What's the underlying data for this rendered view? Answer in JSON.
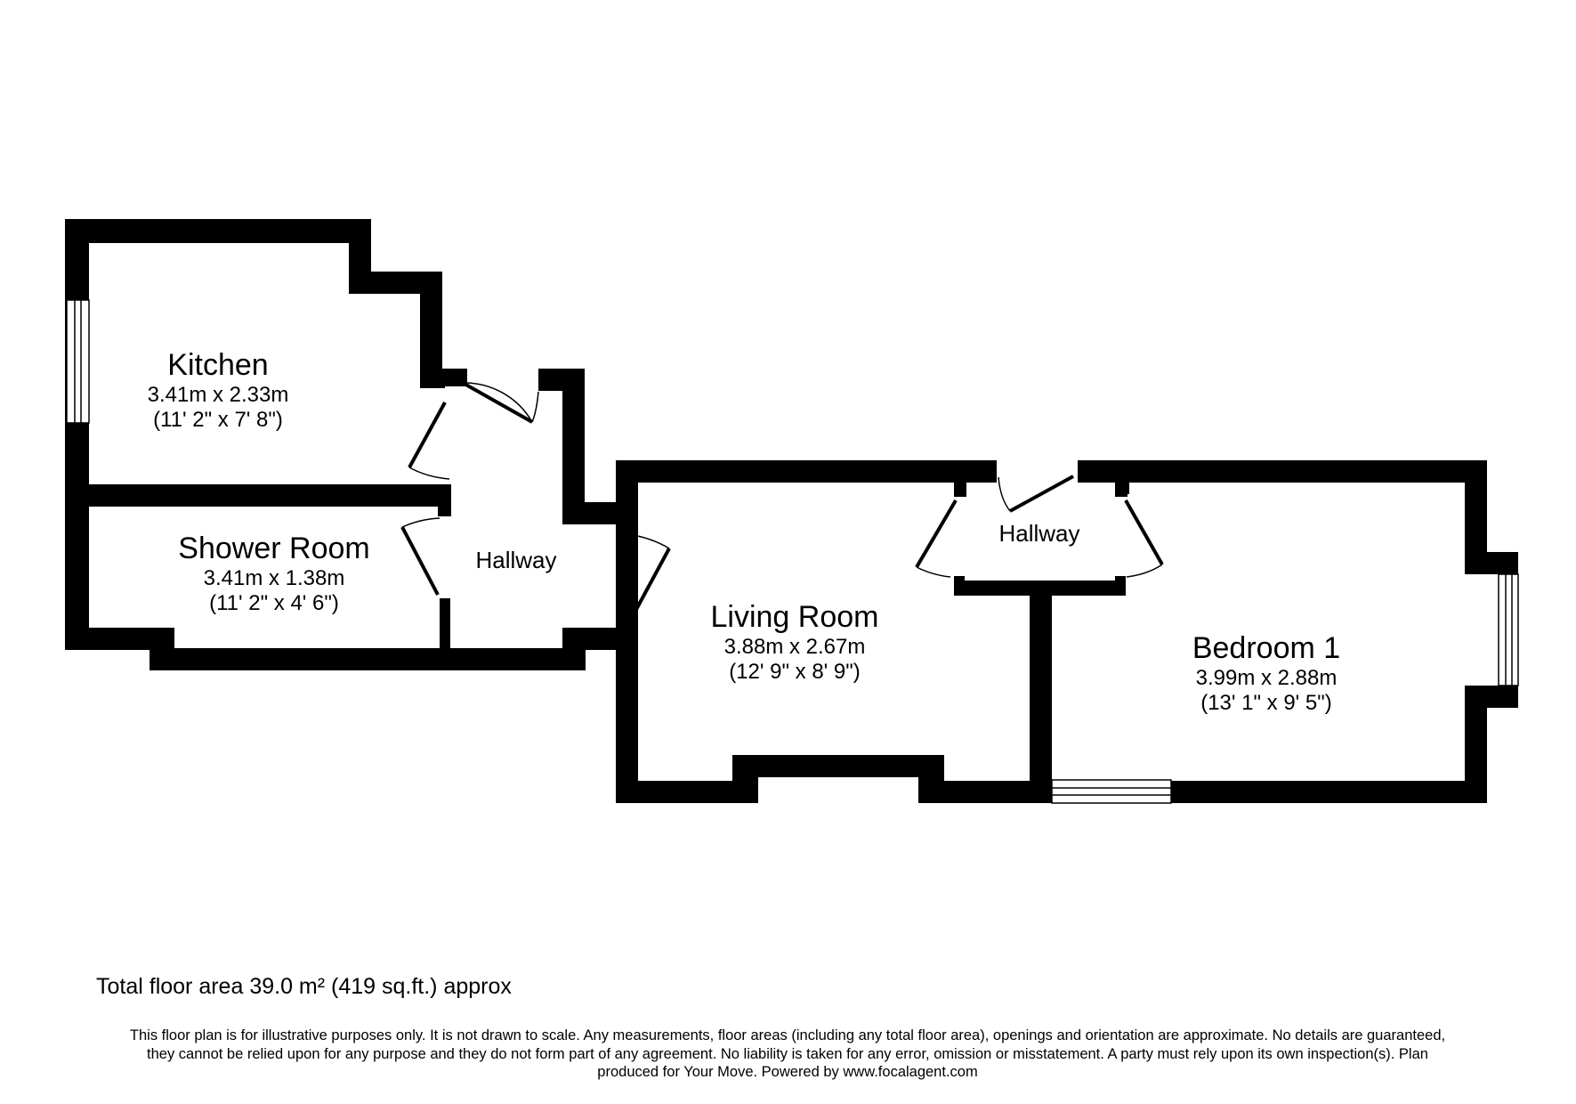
{
  "rooms": {
    "kitchen": {
      "name": "Kitchen",
      "metric": "3.41m x 2.33m",
      "imperial": "(11' 2\" x 7' 8\")"
    },
    "shower": {
      "name": "Shower Room",
      "metric": "3.41m x 1.38m",
      "imperial": "(11' 2\" x 4' 6\")"
    },
    "hallway_left": {
      "name": "Hallway"
    },
    "hallway_right": {
      "name": "Hallway"
    },
    "living": {
      "name": "Living Room",
      "metric": "3.88m x 2.67m",
      "imperial": "(12' 9\" x 8' 9\")"
    },
    "bedroom": {
      "name": "Bedroom 1",
      "metric": "3.99m x 2.88m",
      "imperial": "(13' 1\" x 9' 5\")"
    }
  },
  "total_area": "Total floor area 39.0 m² (419 sq.ft.) approx",
  "disclaimer": {
    "line1": "This floor plan is for illustrative purposes only. It is not drawn to scale. Any measurements, floor areas (including any total floor area), openings and orientation are approximate. No details are guaranteed,",
    "line2": "they cannot be relied upon for any purpose and they do not form part of any agreement. No liability is taken for any error, omission or misstatement. A party must rely upon its own inspection(s).  Plan",
    "line3": "produced for Your Move. Powered by www.focalagent.com"
  },
  "colors": {
    "wall": "#000000",
    "background": "#ffffff"
  }
}
